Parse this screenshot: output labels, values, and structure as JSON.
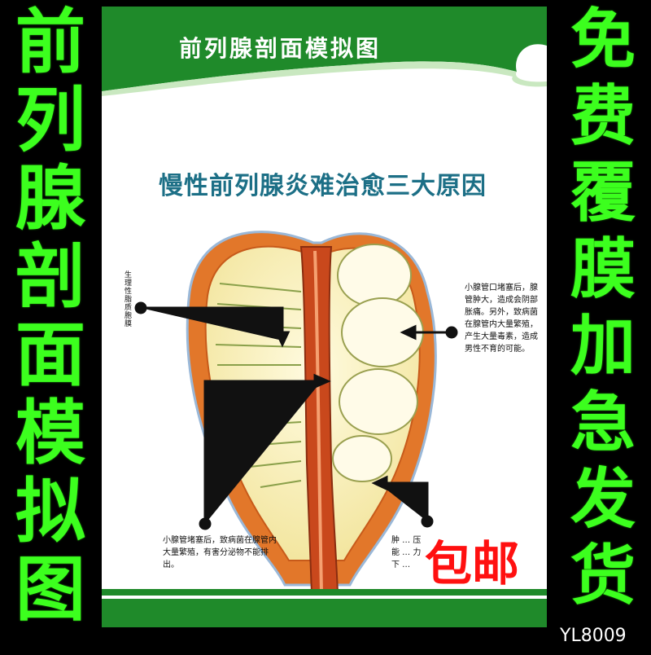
{
  "left_banner": [
    "前",
    "列",
    "腺",
    "剖",
    "面",
    "模",
    "拟",
    "图"
  ],
  "right_banner": [
    "免",
    "费",
    "覆",
    "膜",
    "加",
    "急",
    "发",
    "货"
  ],
  "poster": {
    "header_title": "前列腺剖面模拟图",
    "subtitle": "慢性前列腺炎难治愈三大原因",
    "notes": {
      "left_vertical": "生理性脂质胞膜",
      "right_top": "小腺管口堵塞后，腺管肿大，造成会阴部胀痛。另外，致病菌在腺管内大量繁殖，产生大量毒素，造成男性不育的可能。",
      "bottom_left": "小腺管堵塞后，致病菌在腺管内大量繁殖，有害分泌物不能排出。",
      "bottom_right": "肿 … 压\n能 … 力\n下 … "
    },
    "colors": {
      "header_green": "#1f8a2a",
      "subtitle_teal": "#1c6f86",
      "tissue_orange": "#d9641e"
    }
  },
  "promo_text": "包邮",
  "model_code": "YL8009"
}
